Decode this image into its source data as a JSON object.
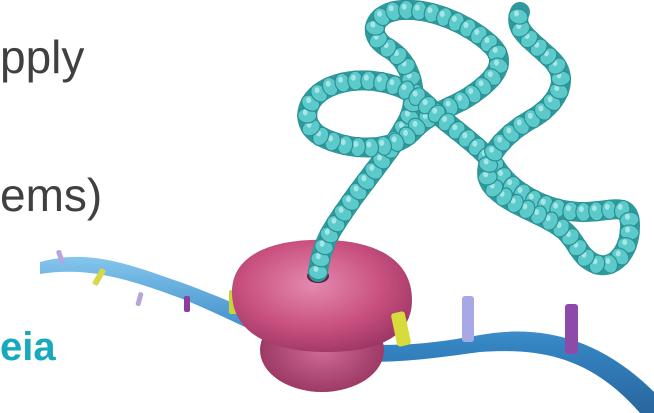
{
  "text": {
    "line1": "pply",
    "line2": "ems)",
    "line3": "eia"
  },
  "colors": {
    "text_gray": "#404040",
    "accent_teal": "#17aabd",
    "ribosome_pink": "#c0457a",
    "mrna_blue": "#2a7fc0",
    "peptide_teal": "#3fb5b5"
  }
}
